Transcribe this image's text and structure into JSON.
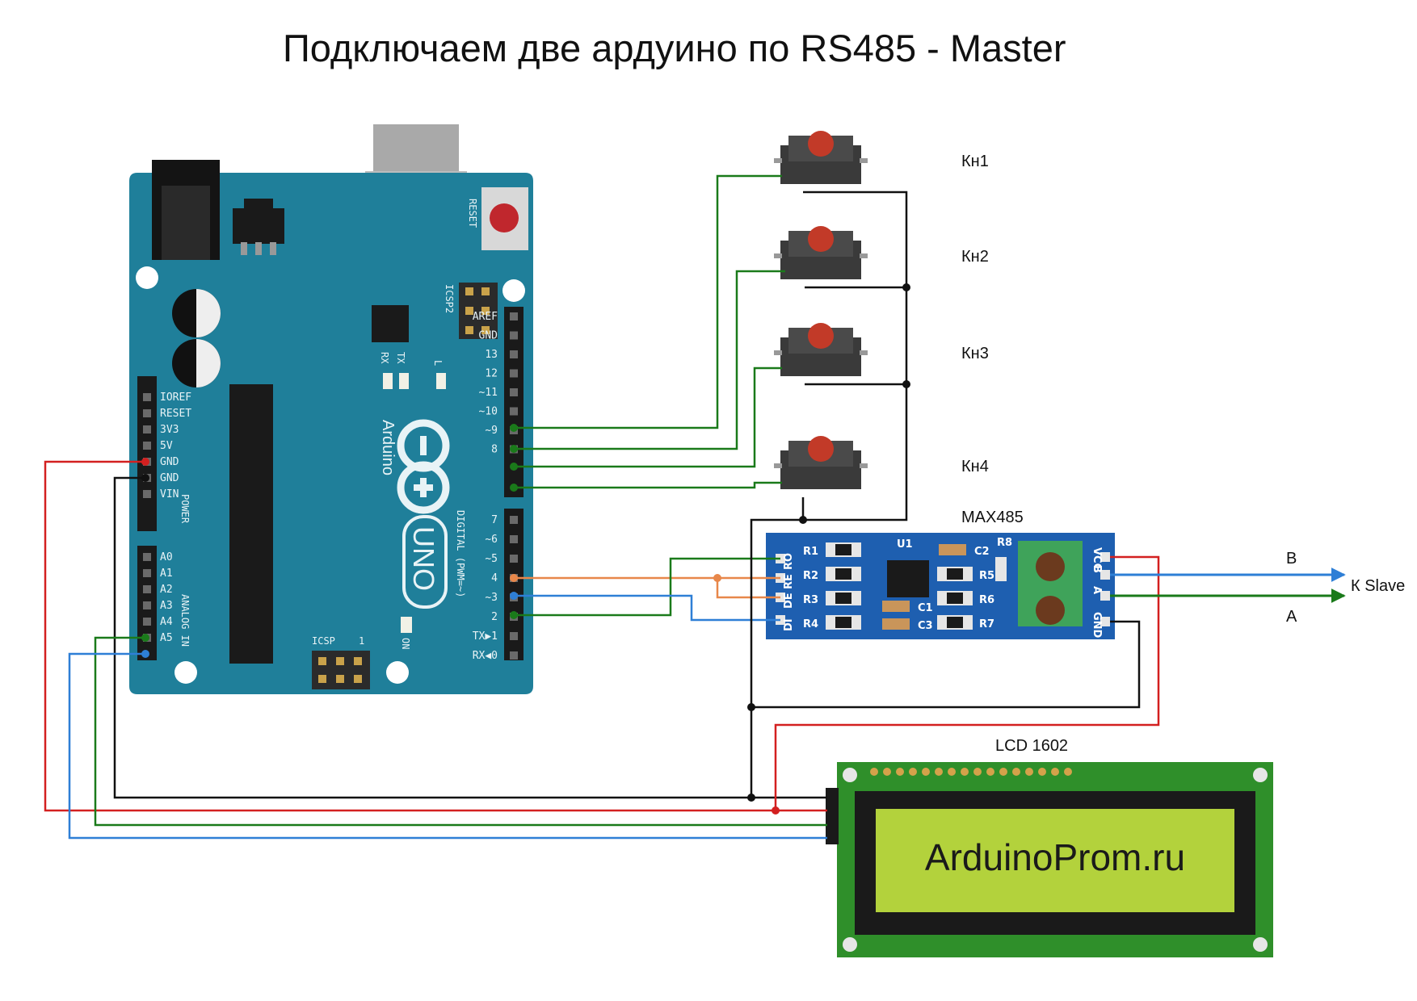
{
  "title": "Подключаем две  ардуино по RS485 - Master",
  "colors": {
    "arduino_board": "#1f7f9a",
    "module_board": "#1e5fb0",
    "lcd_pcb": "#2f8f2a",
    "lcd_screen": "#b3d23c",
    "wire_black": "#111111",
    "wire_red": "#d32020",
    "wire_green": "#1a7a1a",
    "wire_blue": "#2e7fd6",
    "wire_orange": "#e8874a"
  },
  "arduino": {
    "reset_label": "RESET",
    "icsp2_label": "ICSP2",
    "icsp_label": "ICSP",
    "icsp_pin1": "1",
    "tx_label": "TX",
    "rx_label": "RX",
    "l_label": "L",
    "on_label": "ON",
    "brand": "Arduino",
    "model": "UNO",
    "power_label": "POWER",
    "analog_label": "ANALOG IN",
    "digital_label": "DIGITAL (PWM=~)",
    "power_pins": [
      "IOREF",
      "RESET",
      "3V3",
      "5V",
      "GND",
      "GND",
      "VIN"
    ],
    "analog_pins": [
      "A0",
      "A1",
      "A2",
      "A3",
      "A4",
      "A5"
    ],
    "digital_top": [
      "AREF",
      "GND",
      "13",
      "12",
      "~11",
      "~10",
      "~9",
      "8"
    ],
    "digital_bottom": [
      "7",
      "~6",
      "~5",
      "4",
      "~3",
      "2",
      "TX▶1",
      "RX◀0"
    ]
  },
  "buttons": {
    "labels": [
      "Кн1",
      "Кн2",
      "Кн3",
      "Кн4"
    ]
  },
  "module": {
    "name": "MAX485",
    "left_pins": [
      "RO",
      "RE",
      "DE",
      "DI"
    ],
    "right_pins": [
      "VCC",
      "B",
      "A",
      "GND"
    ],
    "resistors_left": [
      "R1",
      "R2",
      "R3",
      "R4"
    ],
    "resistors_right": [
      "R5",
      "R6",
      "R7"
    ],
    "caps": [
      "C2",
      "C1",
      "C3"
    ],
    "chip_label": "U1",
    "r8": "R8"
  },
  "bus": {
    "b_label": "B",
    "a_label": "A",
    "target": "К Slave"
  },
  "lcd": {
    "name": "LCD 1602",
    "text": "ArduinoProm.ru"
  }
}
